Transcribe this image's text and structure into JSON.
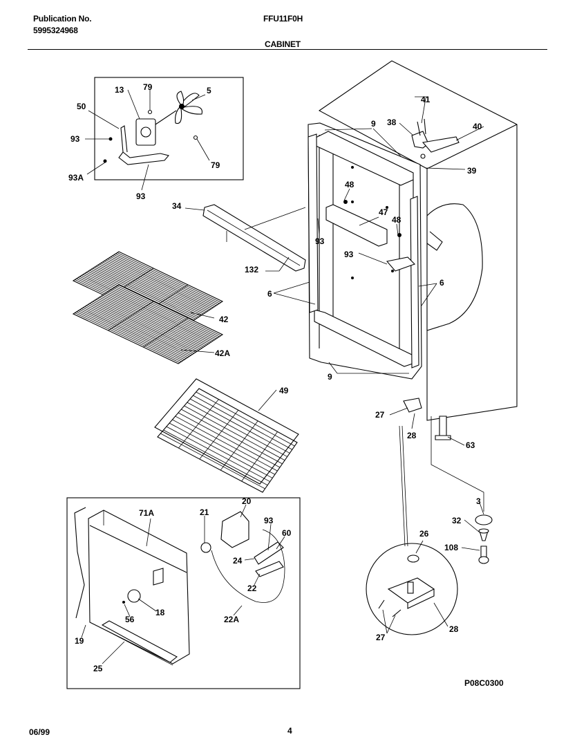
{
  "header": {
    "publication_label": "Publication No.",
    "publication_number": "5995324968",
    "model": "FFU11F0H",
    "section_title": "CABINET"
  },
  "footer": {
    "date": "06/99",
    "page_number": "4",
    "diagram_code": "P08C0300"
  },
  "callouts": {
    "c13": "13",
    "c79a": "79",
    "c5": "5",
    "c50": "50",
    "c93a": "93",
    "c79b": "79",
    "c93A": "93A",
    "c93b": "93",
    "c41": "41",
    "c9a": "9",
    "c38": "38",
    "c40": "40",
    "c39": "39",
    "c34": "34",
    "c48a": "48",
    "c47": "47",
    "c48b": "48",
    "c93c": "93",
    "c93d": "93",
    "c132": "132",
    "c6a": "6",
    "c6b": "6",
    "c42": "42",
    "c42A": "42A",
    "c9b": "9",
    "c49": "49",
    "c27a": "27",
    "c28a": "28",
    "c63": "63",
    "c3": "3",
    "c32": "32",
    "c108": "108",
    "c71A": "71A",
    "c21": "21",
    "c20": "20",
    "c93e": "93",
    "c60": "60",
    "c24": "24",
    "c22": "22",
    "c22A": "22A",
    "c18": "18",
    "c56": "56",
    "c19": "19",
    "c25": "25",
    "c26": "26",
    "c27b": "27",
    "c28b": "28"
  }
}
